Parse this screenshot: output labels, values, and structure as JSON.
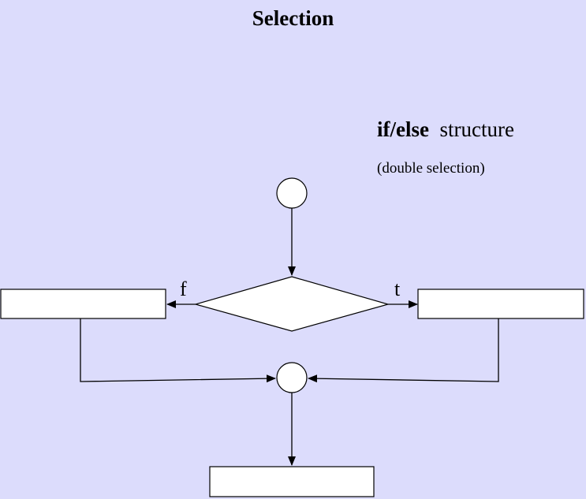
{
  "title": "Selection",
  "heading": {
    "keyword": "if/else",
    "rest": "structure"
  },
  "subheading": "(double selection)",
  "branch_labels": {
    "false": "f",
    "true": "t"
  }
}
